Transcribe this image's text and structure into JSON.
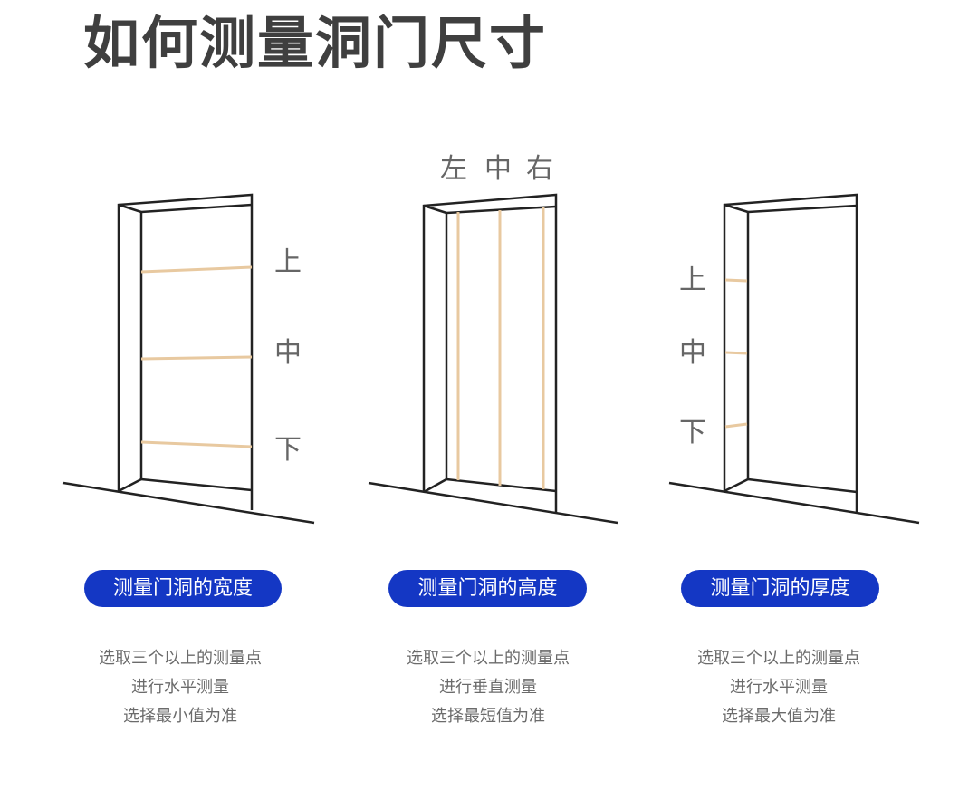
{
  "title": "如何测量洞门尺寸",
  "colors": {
    "pill": "#1437c4",
    "measure_line": "#e8c9a0",
    "outline": "#222222",
    "title": "#3f3f3f"
  },
  "panels": [
    {
      "labels": [
        "上",
        "中",
        "下"
      ],
      "pill": "测量门洞的宽度",
      "desc": [
        "选取三个以上的测量点",
        "进行水平测量",
        "选择最小值为准"
      ]
    },
    {
      "labels": [
        "左",
        "中",
        "右"
      ],
      "pill": "测量门洞的高度",
      "desc": [
        "选取三个以上的测量点",
        "进行垂直测量",
        "选择最短值为准"
      ]
    },
    {
      "labels": [
        "上",
        "中",
        "下"
      ],
      "pill": "测量门洞的厚度",
      "desc": [
        "选取三个以上的测量点",
        "进行水平测量",
        "选择最大值为准"
      ]
    }
  ]
}
